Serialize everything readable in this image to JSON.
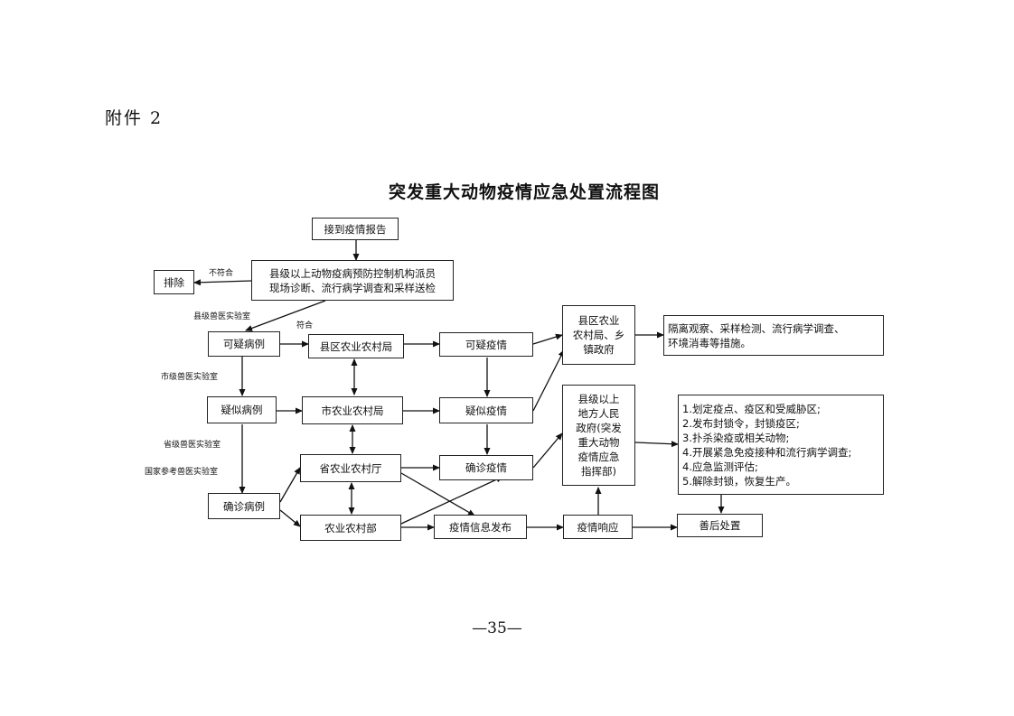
{
  "attachment_label": "附件 2",
  "title": "突发重大动物疫情应急处置流程图",
  "page_number": "—35—",
  "boxes": {
    "receive_report": "接到疫情报告",
    "exclude": "排除",
    "county_diagnosis": "县级以上动物疫病预防控制机构派员\n现场诊断、流行病学调查和采样送检",
    "suspicious_case": "可疑病例",
    "county_agri": "县区农业农村局",
    "suspicious_epidemic": "可疑疫情",
    "county_gov": "县区农业\n农村局、乡\n镇政府",
    "measures_1": "隔离观察、采样检测、流行病学调查、\n环境消毒等措施。",
    "suspected_case": "疑似病例",
    "city_agri": "市农业农村局",
    "suspected_epidemic": "疑似疫情",
    "local_gov": "县级以上\n地方人民\n政府(突发\n重大动物\n疫情应急\n指挥部)",
    "measures_2": "1.划定疫点、疫区和受威胁区;\n2.发布封锁令，封锁疫区;\n3.扑杀染疫或相关动物;\n4.开展紧急免疫接种和流行病学调查;\n4.应急监测评估;\n5.解除封锁，恢复生产。",
    "province_agri": "省农业农村厅",
    "confirmed_epidemic": "确诊疫情",
    "confirmed_case": "确诊病例",
    "ministry": "农业农村部",
    "info_release": "疫情信息发布",
    "response": "疫情响应",
    "aftermath": "善后处置"
  },
  "labels": {
    "not_match": "不符合",
    "match": "符合",
    "county_lab": "县级兽医实验室",
    "city_lab": "市级兽医实验室",
    "province_lab": "省级兽医实验室",
    "national_lab": "国家参考兽医实验室"
  }
}
